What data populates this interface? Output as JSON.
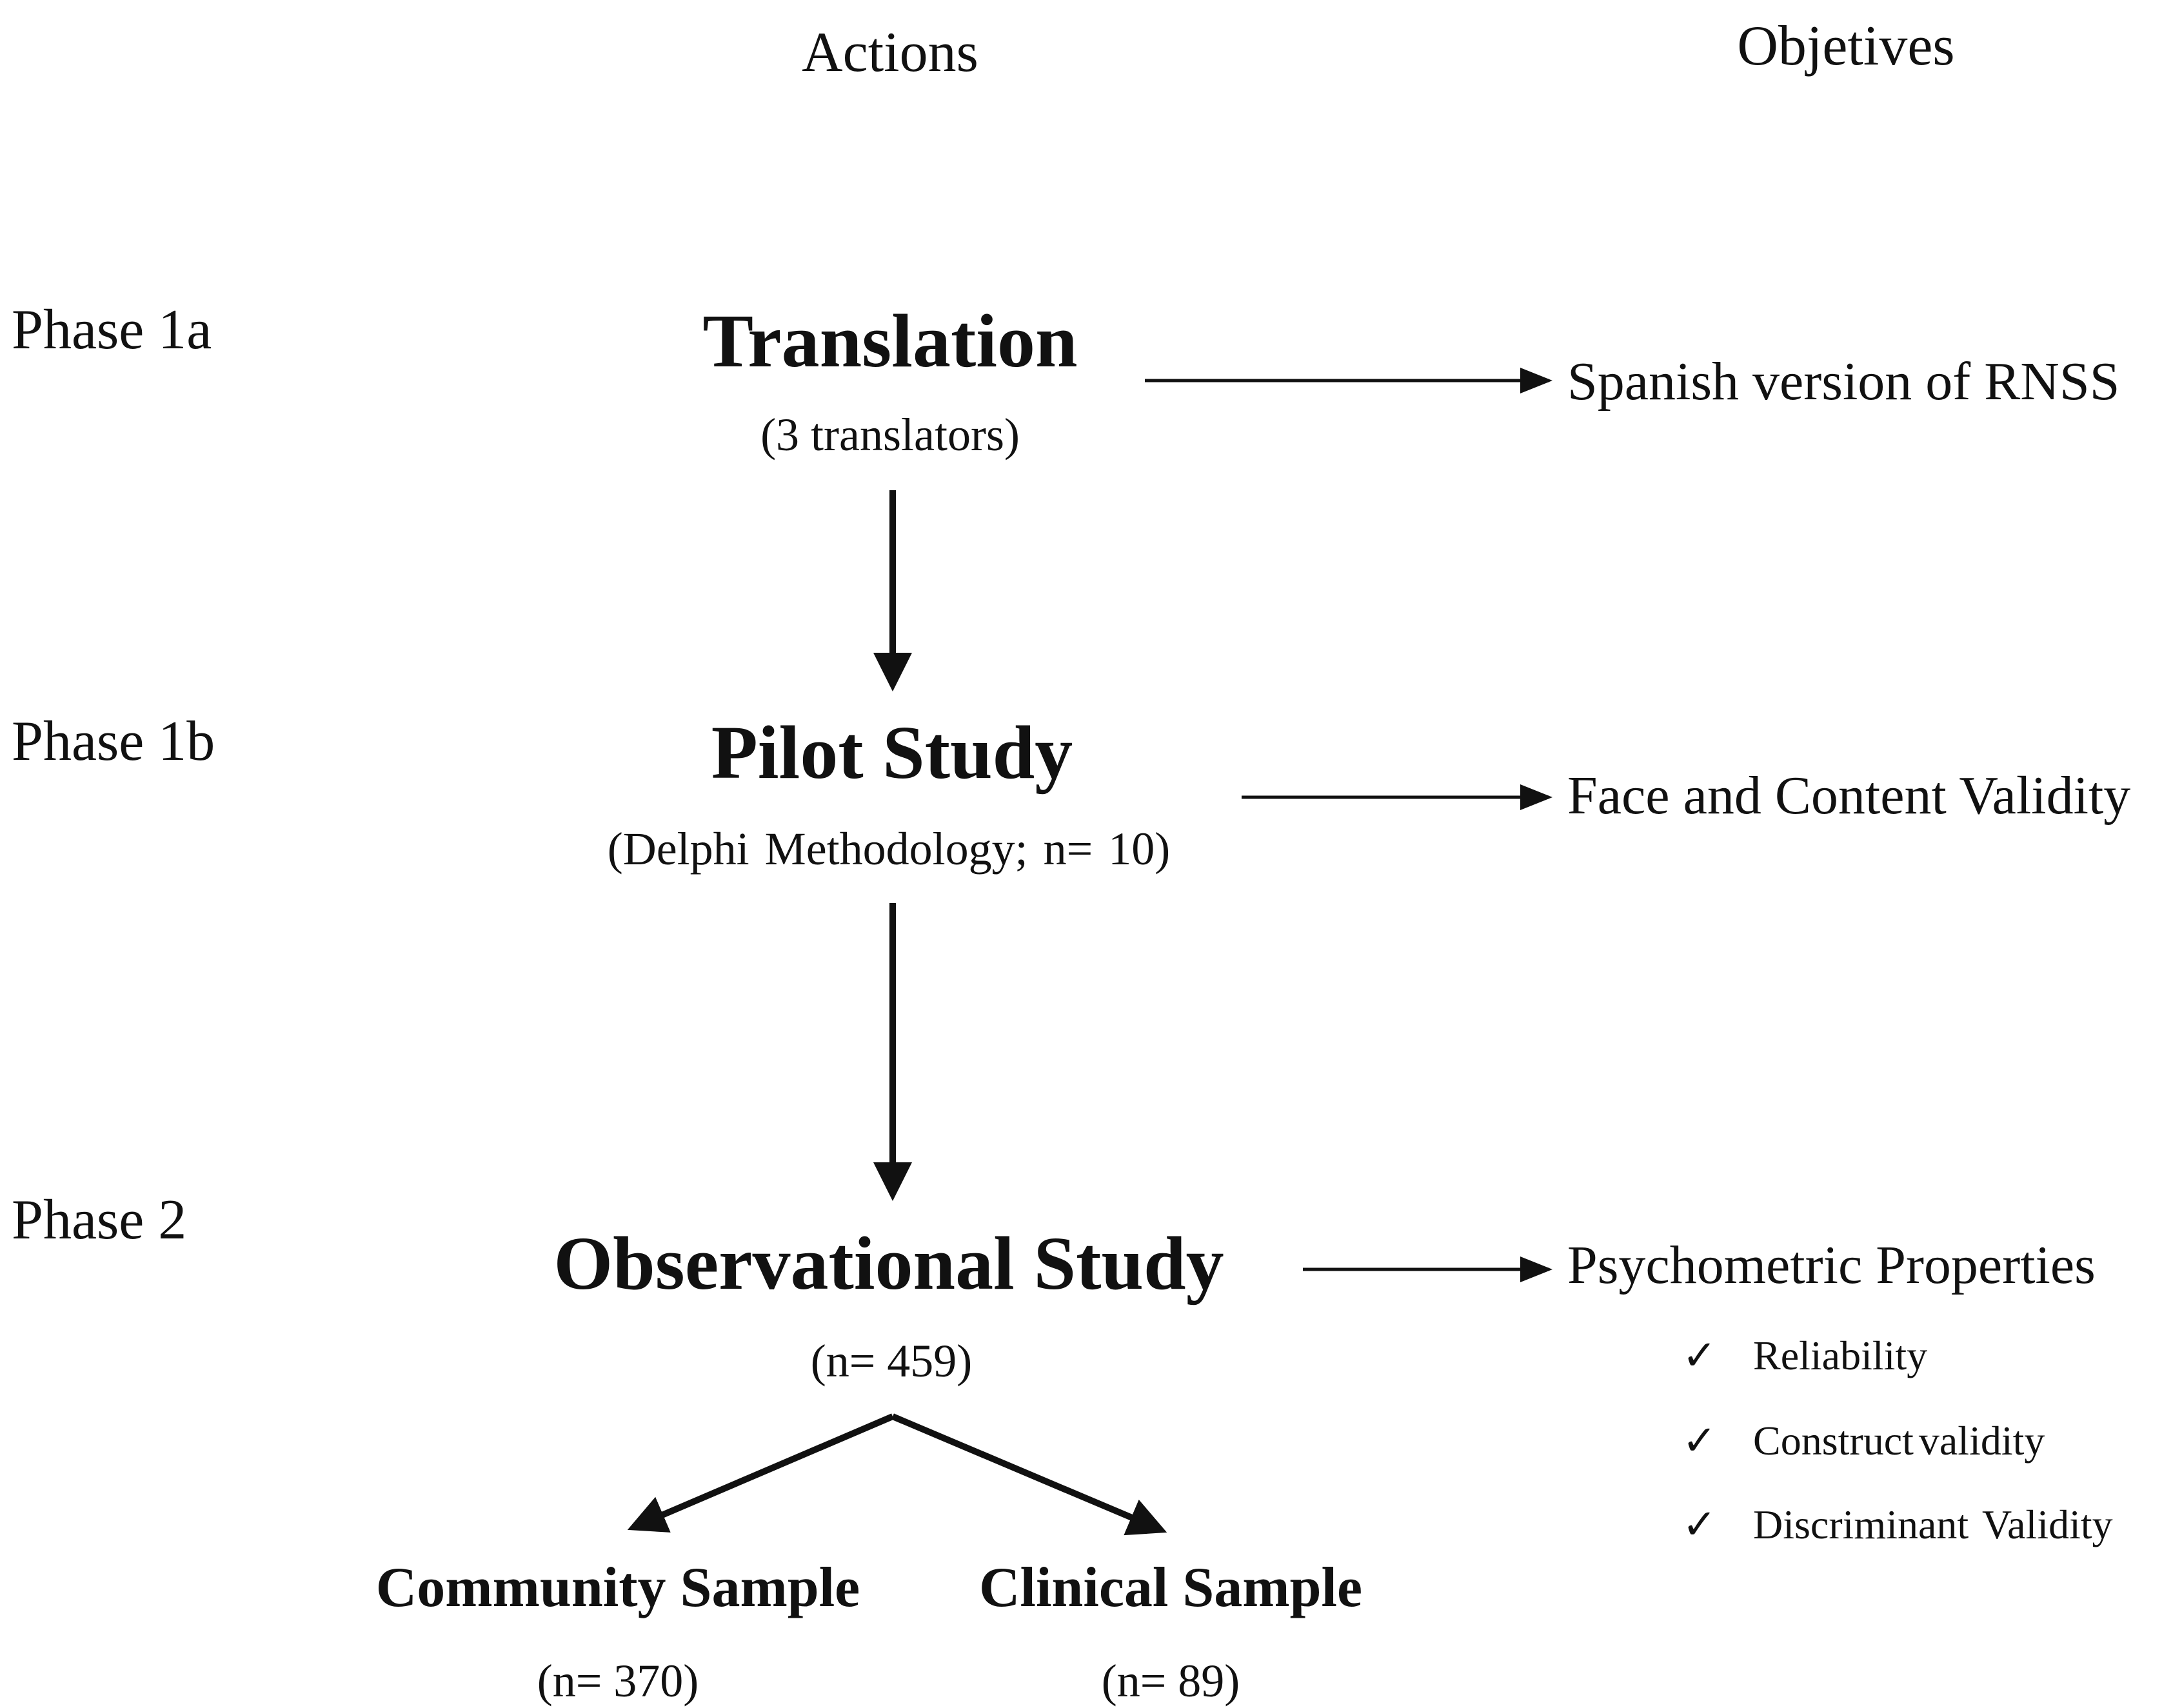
{
  "headers": {
    "actions": "Actions",
    "objectives": "Objetives"
  },
  "phases": {
    "p1a": "Phase 1a",
    "p1b": "Phase 1b",
    "p2": "Phase 2"
  },
  "actions": {
    "translation": {
      "title": "Translation",
      "sub": "(3 translators)"
    },
    "pilot": {
      "title": "Pilot Study",
      "sub": "(Delphi  Methodology;  n= 10)"
    },
    "observational": {
      "title": "Observational Study",
      "sub": "(n= 459)"
    },
    "community": {
      "title": "Community Sample",
      "sub": "(n= 370)"
    },
    "clinical": {
      "title": "Clinical Sample",
      "sub": "(n= 89)"
    }
  },
  "objectives": {
    "spanish": "Spanish version of RNSS",
    "face": "Face and Content Validity",
    "psychometric": "Psychometric Properties",
    "checklist": [
      {
        "mark": "✓",
        "label": "Reliability"
      },
      {
        "mark": "✓",
        "label": "Construct validity"
      },
      {
        "mark": "✓",
        "label": "Discriminant  Validity"
      }
    ]
  },
  "colors": {
    "text": "#111111",
    "arrow": "#111111",
    "background": "#ffffff"
  }
}
